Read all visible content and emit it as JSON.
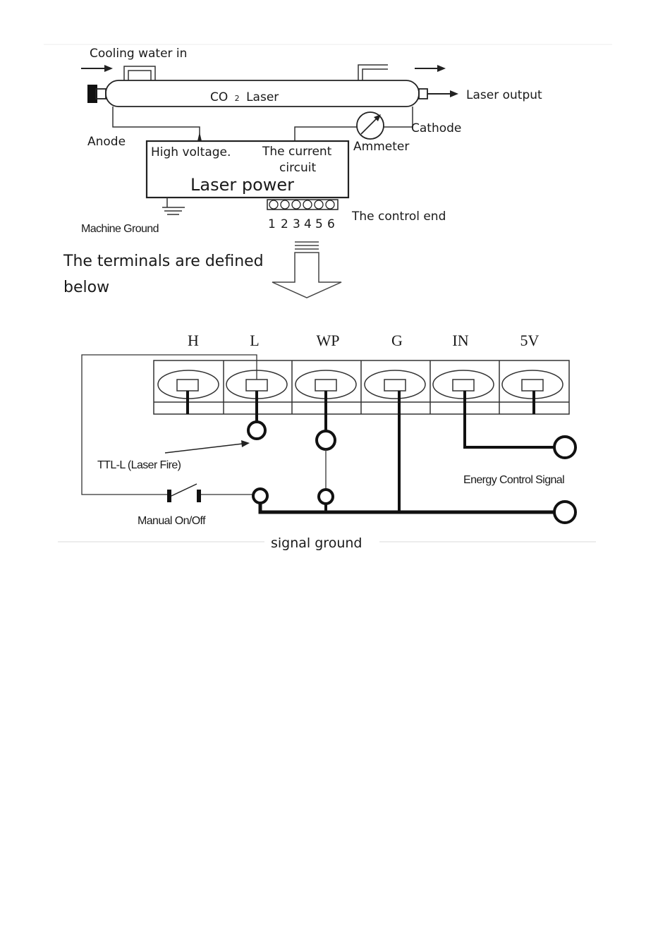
{
  "top": {
    "cooling_water_in": "Cooling water in",
    "laser_tube_prefix": "CO",
    "laser_tube_subscript": "2",
    "laser_tube_suffix": "Laser",
    "laser_output": "Laser output",
    "anode": "Anode",
    "cathode": "Cathode",
    "ammeter": "Ammeter",
    "high_voltage": "High voltage.",
    "current_circuit_line1": "The current",
    "current_circuit_line2": "circuit",
    "laser_power": "Laser power",
    "machine_ground": "Machine Ground",
    "terminal_numbers": [
      "1",
      "2",
      "3",
      "4",
      "5",
      "6"
    ],
    "control_end": "The control end"
  },
  "caption": {
    "line1": "The terminals are defined",
    "line2": "below"
  },
  "terminal_block": {
    "terminals": [
      "H",
      "L",
      "WP",
      "G",
      "IN",
      "5V"
    ],
    "ttl_label": "TTL-L (Laser Fire)",
    "energy_control_signal": "Energy Control Signal",
    "manual_switch": "Manual On/Off",
    "signal_ground": "signal ground"
  }
}
